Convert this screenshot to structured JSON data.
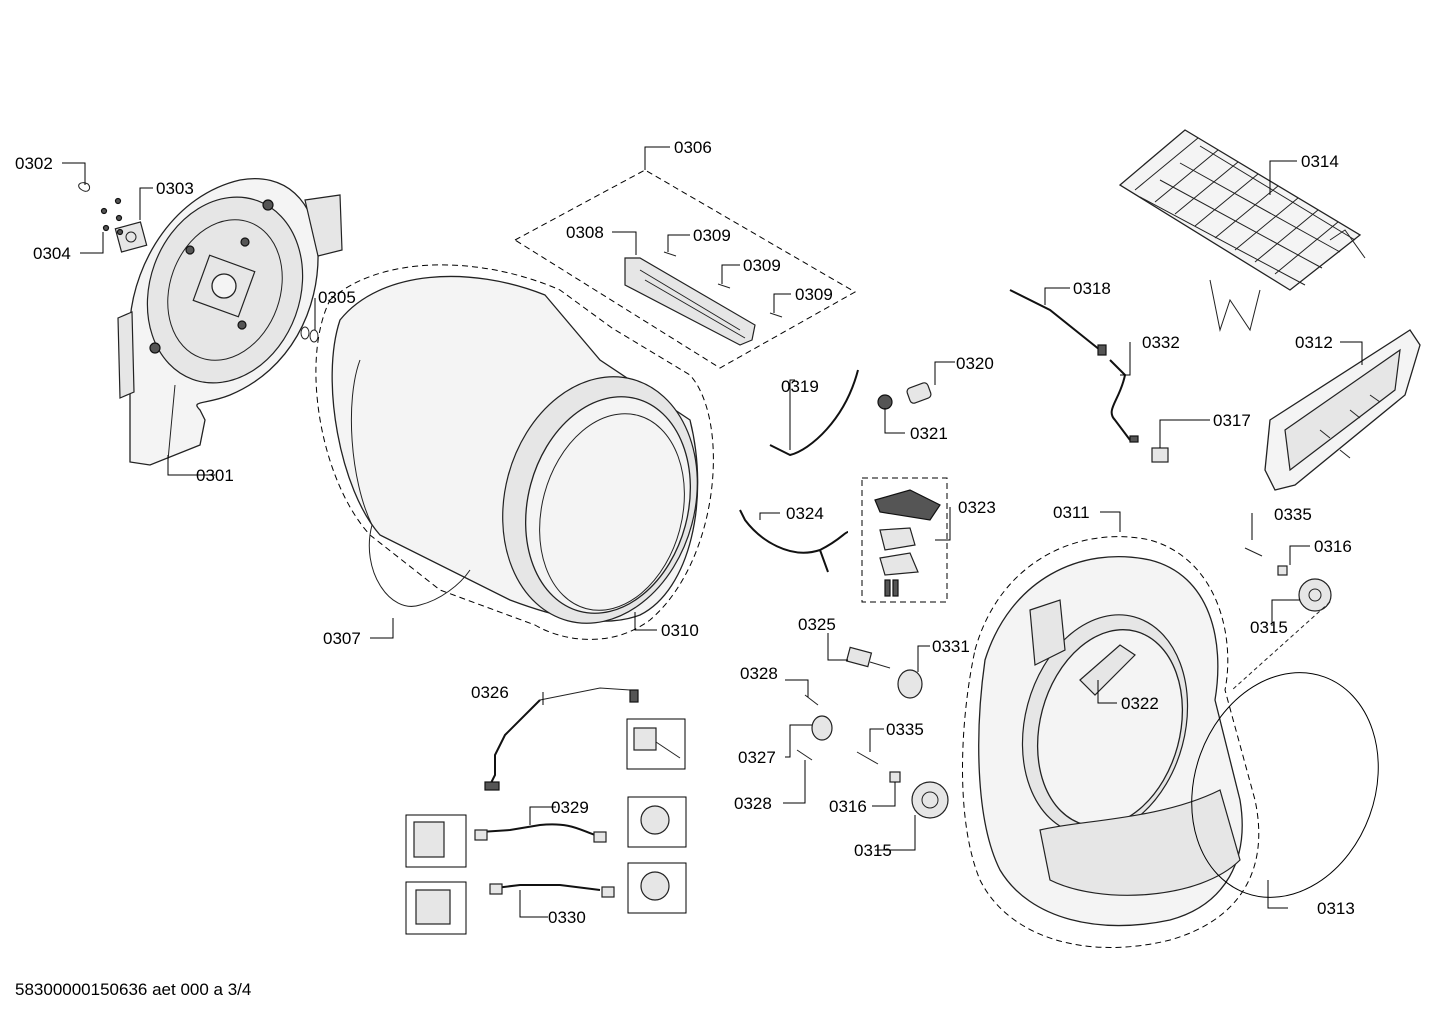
{
  "footer_code": "58300000150636 aet 000 a 3/4",
  "labels": {
    "p0301": "0301",
    "p0302": "0302",
    "p0303": "0303",
    "p0304": "0304",
    "p0305": "0305",
    "p0306": "0306",
    "p0307": "0307",
    "p0308": "0308",
    "p0309a": "0309",
    "p0309b": "0309",
    "p0309c": "0309",
    "p0310": "0310",
    "p0311": "0311",
    "p0312": "0312",
    "p0313": "0313",
    "p0314": "0314",
    "p0315a": "0315",
    "p0315b": "0315",
    "p0316a": "0316",
    "p0316b": "0316",
    "p0317": "0317",
    "p0318": "0318",
    "p0319": "0319",
    "p0320": "0320",
    "p0321": "0321",
    "p0322": "0322",
    "p0323": "0323",
    "p0324": "0324",
    "p0325": "0325",
    "p0326": "0326",
    "p0327": "0327",
    "p0328a": "0328",
    "p0328b": "0328",
    "p0329": "0329",
    "p0330": "0330",
    "p0331": "0331",
    "p0332": "0332",
    "p0335a": "0335",
    "p0335b": "0335"
  }
}
